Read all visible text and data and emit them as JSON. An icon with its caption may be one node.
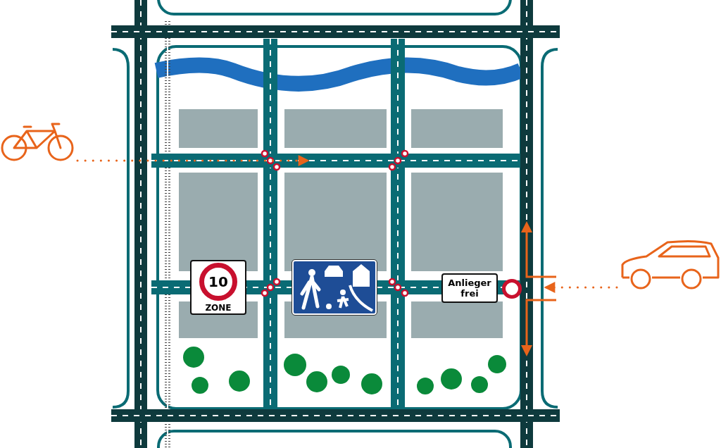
{
  "diagram": {
    "nodes": [
      {
        "text": [],
        "shape": "picture"
      },
      {
        "text": [],
        "shape": "picture"
      },
      {
        "text": [
          "10",
          "ZONE"
        ]
      },
      {
        "text": [],
        "shape": "picture"
      },
      {
        "text": [
          "Anlieger frei"
        ]
      },
      {
        "text": [],
        "shape": "circle"
      }
    ],
    "edges": [
      {
        "from": 0,
        "to": null,
        "arrow": "to",
        "style": "dashed"
      },
      {
        "from": 1,
        "to": null,
        "arrow": "to",
        "style": "dashed"
      }
    ]
  }
}
